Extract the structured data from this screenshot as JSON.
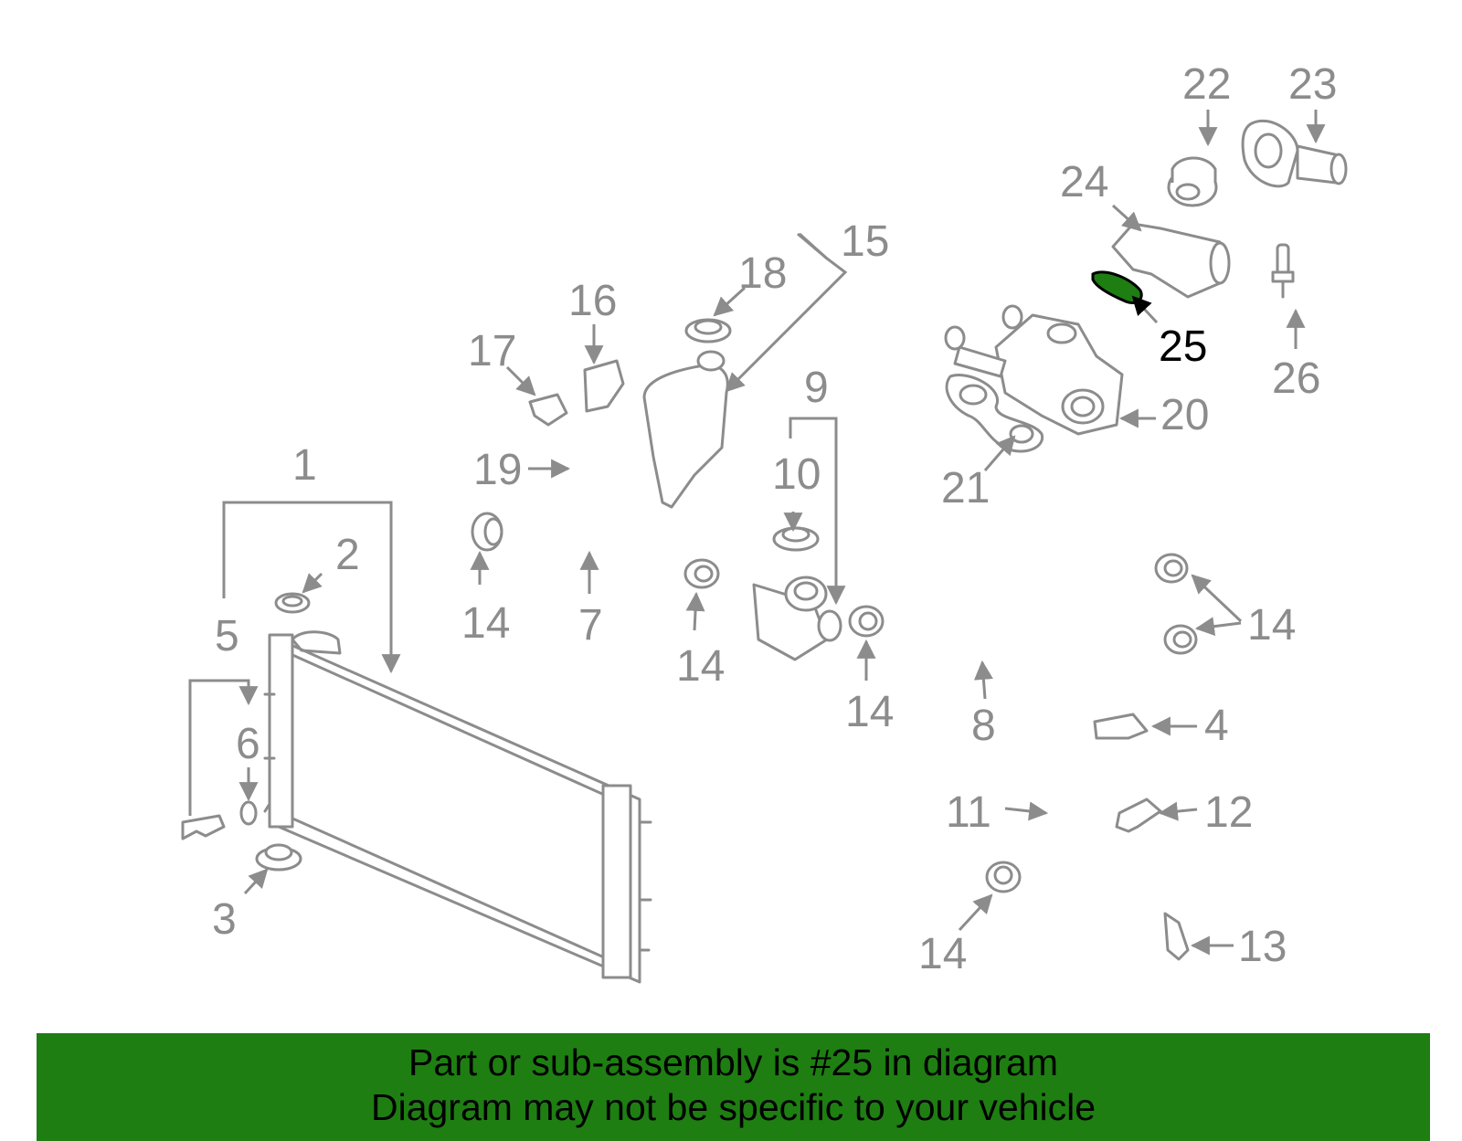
{
  "diagram": {
    "labels": [
      "1",
      "2",
      "3",
      "4",
      "5",
      "6",
      "7",
      "8",
      "9",
      "10",
      "11",
      "12",
      "13",
      "14",
      "15",
      "16",
      "17",
      "18",
      "19",
      "20",
      "21",
      "22",
      "23",
      "24",
      "25",
      "26"
    ],
    "highlighted_part": "25",
    "colors": {
      "parts": "#8c8c8c",
      "highlight": "#1e7e12",
      "highlight_label": "#000000",
      "banner": "#1e7e12"
    }
  },
  "footer": {
    "line1": "Part or sub-assembly is #25 in diagram",
    "line2": "Diagram may not be specific to your vehicle"
  }
}
